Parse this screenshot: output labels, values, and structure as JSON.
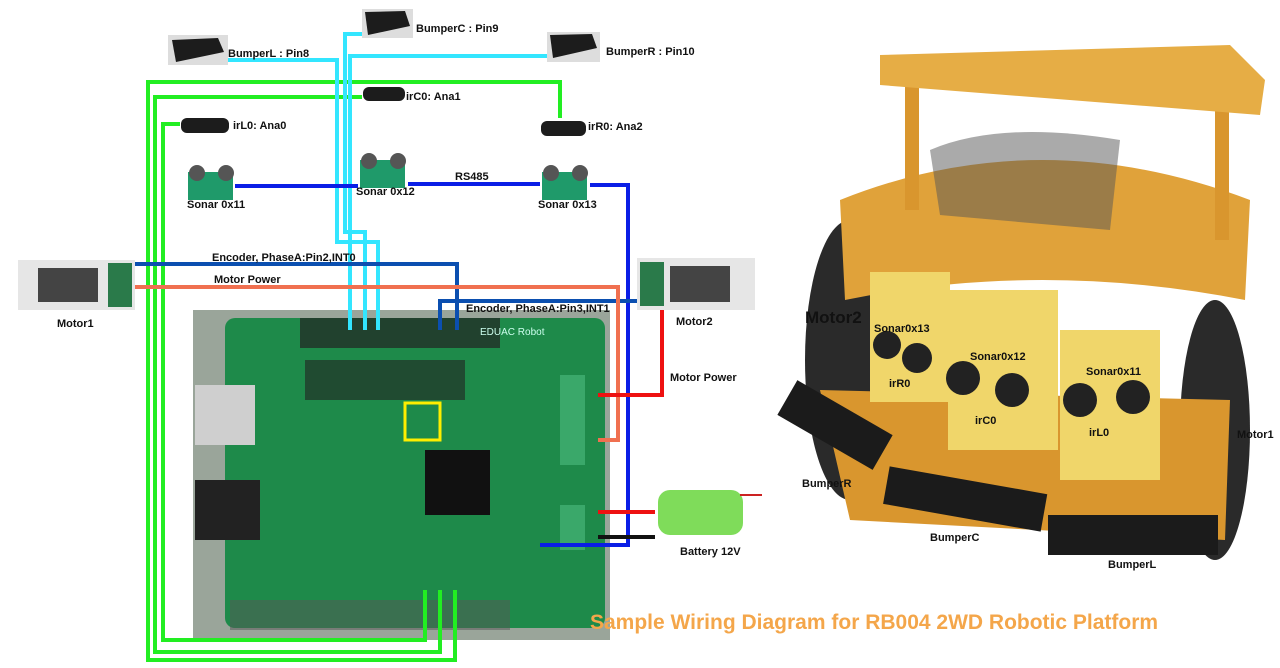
{
  "title": "Sample Wiring Diagram for RB004 2WD Robotic Platform",
  "colors": {
    "digital_wire": "#33e6ff",
    "analog_wire": "#22ee22",
    "rs485_wire": "#0a1ee6",
    "encoder_wire": "#0b4fb0",
    "motor_power_left": "#f07050",
    "motor_power_right": "#ee1111",
    "battery_neg": "#111111",
    "title": "#f4a64a",
    "highlight": "#ffee00"
  },
  "components": {
    "bumper_l": "BumperL : Pin8",
    "bumper_c": "BumperC : Pin9",
    "bumper_r": "BumperR : Pin10",
    "ir_c0": "irC0: Ana1",
    "ir_l0": "irL0: Ana0",
    "ir_r0": "irR0: Ana2",
    "sonar_11": "Sonar 0x11",
    "sonar_12": "Sonar 0x12",
    "sonar_13": "Sonar 0x13",
    "rs485": "RS485",
    "motor1": "Motor1",
    "motor2": "Motor2",
    "encoder1": "Encoder, PhaseA:Pin2,INT0",
    "encoder2": "Encoder, PhaseA:Pin3,INT1",
    "motor_power1": "Motor Power",
    "motor_power2": "Motor Power",
    "battery": "Battery 12V",
    "board": "EDUAC Robot"
  },
  "robot_photo": {
    "motor2": "Motor2",
    "sonar13": "Sonar0x13",
    "sonar12": "Sonar0x12",
    "sonar11": "Sonar0x11",
    "ir_r0": "irR0",
    "ir_c0": "irC0",
    "ir_l0": "irL0",
    "motor1": "Motor1",
    "bumper_r": "BumperR",
    "bumper_c": "BumperC",
    "bumper_l": "BumperL"
  }
}
